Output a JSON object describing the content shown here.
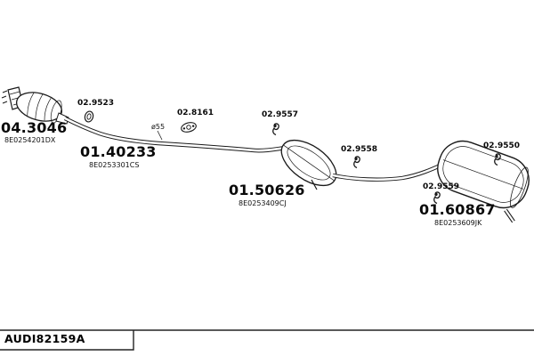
{
  "diagram": {
    "labels": [
      {
        "id": "catalyst",
        "code": "04.3046",
        "part": "8E0254201DX"
      },
      {
        "id": "clamp-ring",
        "code": "02.9523"
      },
      {
        "id": "front-pipe",
        "code": "01.40233",
        "part": "8E0253301CS"
      },
      {
        "id": "diameter",
        "code": "ø55"
      },
      {
        "id": "flange",
        "code": "02.8161"
      },
      {
        "id": "hanger-1",
        "code": "02.9557"
      },
      {
        "id": "mid-muffler",
        "code": "01.50626",
        "part": "8E0253409CJ"
      },
      {
        "id": "hanger-2",
        "code": "02.9558"
      },
      {
        "id": "hanger-3",
        "code": "02.9559"
      },
      {
        "id": "rear-muffler",
        "code": "01.60867",
        "part": "8E0253609JK"
      },
      {
        "id": "hanger-4",
        "code": "02.9550"
      }
    ],
    "footer": {
      "drawing_id": "AUDI82159A"
    },
    "colors": {
      "line": "#1a1a1a",
      "background": "#ffffff"
    }
  }
}
